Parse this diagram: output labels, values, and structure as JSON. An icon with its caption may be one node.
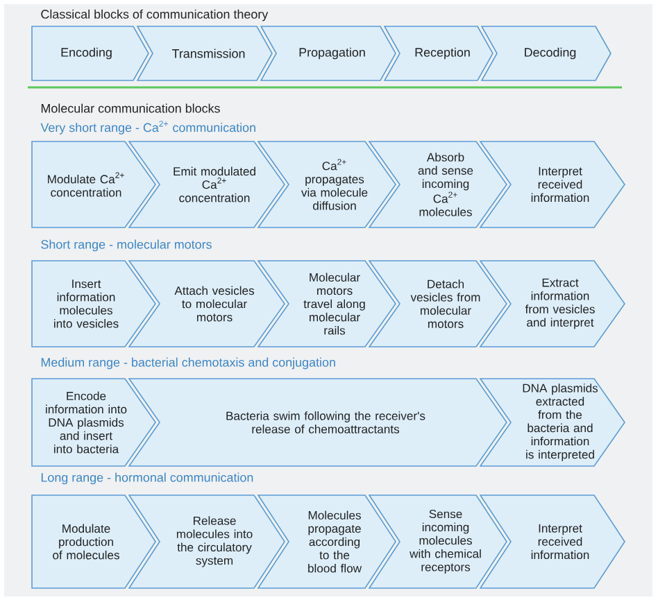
{
  "diagram": {
    "nodes": [
      {
        "text": [
          "Encoding"
        ]
      },
      {
        "text": [
          "Transmission"
        ]
      },
      {
        "text": [
          "Propagation"
        ]
      },
      {
        "text": [
          "Reception"
        ]
      },
      {
        "text": [
          "Decoding"
        ]
      },
      {
        "text": [
          "Modulate Ca$^{2+}$ concentration"
        ]
      },
      {
        "text": [
          "Emit modulated Ca$^{2+}$ concentration"
        ]
      },
      {
        "text": [
          "Ca$^{2+}$ propagates via molecule diffusion"
        ]
      },
      {
        "text": [
          "Absorb and sense incoming Ca$^{2+}$ molecules"
        ]
      },
      {
        "text": [
          "Interpret received information"
        ]
      },
      {
        "text": [
          "Insert information molecules into vesicles"
        ]
      },
      {
        "text": [
          "Attach vesicles to molecular motors"
        ]
      },
      {
        "text": [
          "Molecular motors travel along molecular rails"
        ]
      },
      {
        "text": [
          "Detach vesicles from molecular motors"
        ]
      },
      {
        "text": [
          "Extract information from vesicles and interpret"
        ]
      },
      {
        "text": [
          "Encode information into DNA plasmids and insert into bacteria"
        ]
      },
      {
        "text": [
          "Bacteria swim following the receiver's release of chemoattractants"
        ]
      },
      {
        "text": [
          "DNA plasmids extracted from the bacteria and information is interpreted"
        ]
      },
      {
        "text": [
          "Modulate production of molecules"
        ]
      },
      {
        "text": [
          "Release molecules into the circulatory system"
        ]
      },
      {
        "text": [
          "Molecules propagate according to the blood flow"
        ]
      },
      {
        "text": [
          "Sense incoming molecules with chemical receptors"
        ]
      },
      {
        "text": [
          "Interpret received information"
        ]
      }
    ],
    "labels": [
      "Classical blocks of communication theory",
      "Molecular communication blocks",
      "Very short range - Ca$^{2+}$ communication",
      "Short range - molecular motors",
      "Medium range - bacterial chemotaxis and conjugation",
      "Long range - hormonal communication"
    ]
  }
}
